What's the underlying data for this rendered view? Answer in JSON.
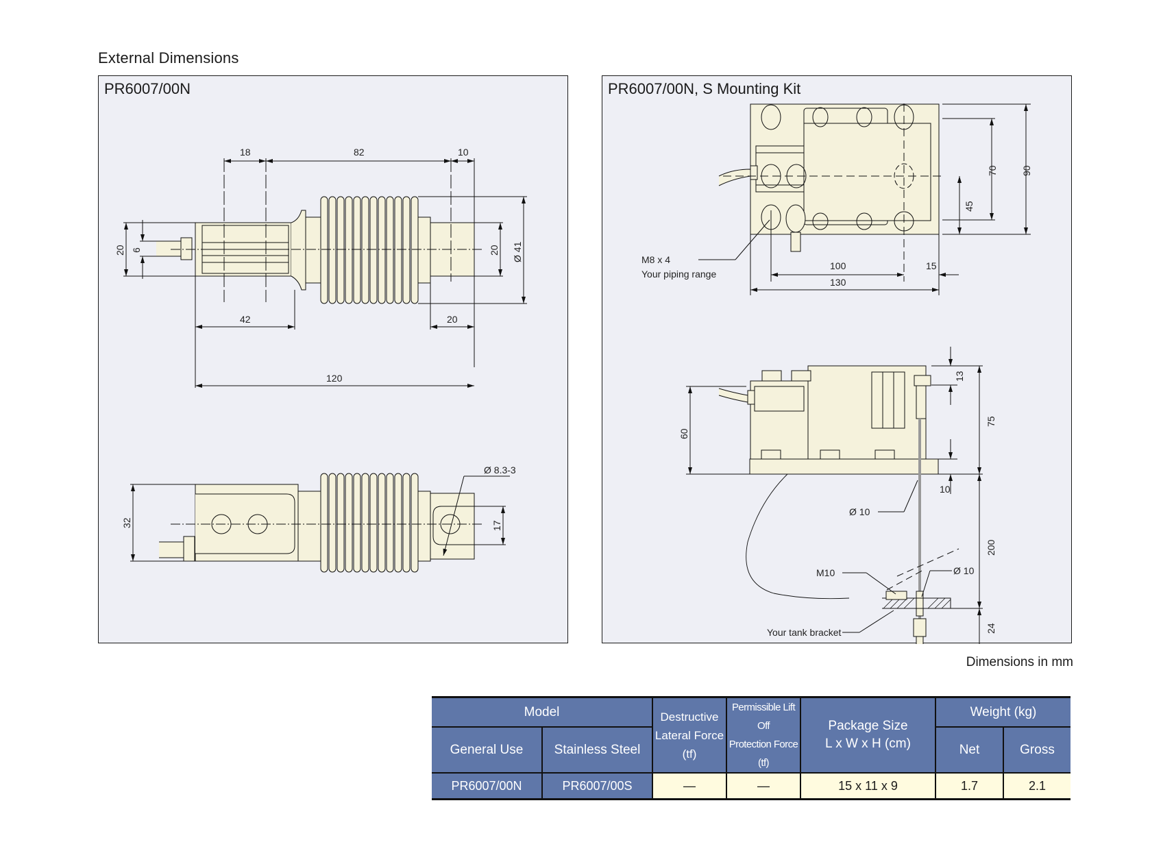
{
  "page": {
    "section_title": "External Dimensions",
    "units_note": "Dimensions in mm"
  },
  "panels": {
    "load_cell": {
      "title": "PR6007/00N",
      "top_view_dims": {
        "d18": "18",
        "d82": "82",
        "d10": "10",
        "d20_left": "20",
        "d6": "6",
        "d20_right": "20",
        "dia41": "Ø 41",
        "d42": "42",
        "d20_bottom": "20",
        "d120": "120"
      },
      "front_view_dims": {
        "d32": "32",
        "d17": "17",
        "hole": "Ø 8.3-3"
      }
    },
    "mounting_kit": {
      "title": "PR6007/00N, S Mounting Kit",
      "plan_view_dims": {
        "d70": "70",
        "d90": "90",
        "d45": "45",
        "d100": "100",
        "d15": "15",
        "d130": "130",
        "callout_bolts": "M8 x 4",
        "callout_piping": "Your piping range"
      },
      "side_view_dims": {
        "d60": "60",
        "d13": "13",
        "d75": "75",
        "d10": "10",
        "d200": "200",
        "d24": "24",
        "callout_rod": "Ø 10",
        "callout_nut": "M10",
        "callout_pin": "Ø 10",
        "callout_bracket": "Your tank bracket"
      }
    }
  },
  "spec_table": {
    "headers": {
      "model": "Model",
      "general_use": "General Use",
      "stainless_steel": "Stainless Steel",
      "destructive_1": "Destructive",
      "destructive_2": "Lateral Force",
      "destructive_3": "(tf)",
      "liftoff_1": "Permissible Lift Off",
      "liftoff_2": "Protection Force",
      "liftoff_3": "(tf)",
      "package_1": "Package Size",
      "package_2": "L x W x H (cm)",
      "weight": "Weight (kg)",
      "net": "Net",
      "gross": "Gross"
    },
    "rows": [
      {
        "general_use": "PR6007/00N",
        "stainless_steel": "PR6007/00S",
        "destructive_lateral_force": "—",
        "liftoff_protection_force": "—",
        "package_size": "15 x 11 x 9",
        "net": "1.7",
        "gross": "2.1"
      }
    ]
  },
  "colors": {
    "panel_bg": "#eeeff5",
    "part_fill": "#f5f2dc",
    "table_header": "#5f77a9",
    "table_cell": "#fffbdf"
  }
}
